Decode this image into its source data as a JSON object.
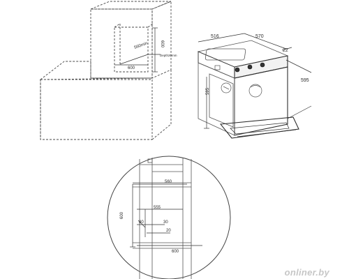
{
  "cabinet_diagram": {
    "niche_height": "600",
    "niche_depth": "560min",
    "niche_width": "600",
    "side_note": "Depth20mm"
  },
  "oven_diagram": {
    "width": "516",
    "depth": "570",
    "offset": "22",
    "height": "595",
    "panel": "595"
  },
  "detail_diagram": {
    "top_width": "560",
    "inner_width": "555",
    "height": "600",
    "gap_left": "80",
    "gap_mid": "30",
    "gap_small": "20",
    "bottom_width": "600"
  },
  "watermark": "onliner.by"
}
